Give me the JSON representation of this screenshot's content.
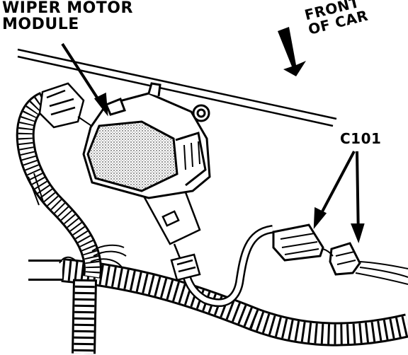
{
  "labels": {
    "wiper_motor_module": [
      "WIPER MOTOR",
      "MODULE"
    ],
    "front_of_car": [
      "FRONT",
      "OF CAR"
    ],
    "connector": "C101"
  },
  "colors": {
    "ink": "#000000",
    "paper": "#ffffff",
    "module_shade": "#c8c8c8"
  }
}
